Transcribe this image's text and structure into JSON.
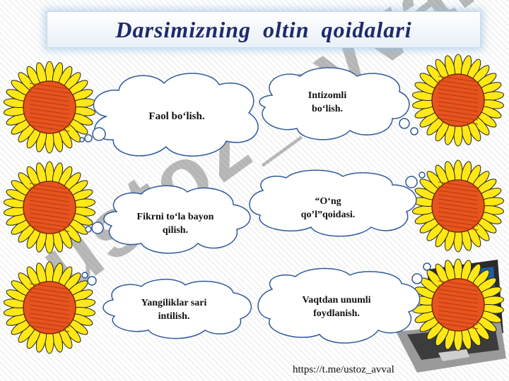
{
  "slide": {
    "title": "Darsimizning  oltin  qoidalari",
    "rules": [
      "Faol bo‘lish.",
      "Intizomli bo‘lish.",
      "Fikrni to‘la bayon qilish.",
      "“O‘ng qo’l”qoidasi.",
      "Yangiliklar sari intilish.",
      "Vaqtdan unumli foydlanish."
    ],
    "watermark": "ustoz_avval",
    "footer_link": "https://t.me/ustoz_avval"
  },
  "colors": {
    "title": "#1f2a6b",
    "petal": "#ffe815",
    "flower_center": "#e8541e",
    "cloud_fill": "#ffffff",
    "cloud_stroke": "#2f5b9a",
    "laptop": "#3c3c3c",
    "watermark": "#5a5a5a",
    "watermark_accent": "#c2008a"
  },
  "icons": [
    "sunflower-icon",
    "thought-cloud-icon",
    "laptop-icon"
  ]
}
